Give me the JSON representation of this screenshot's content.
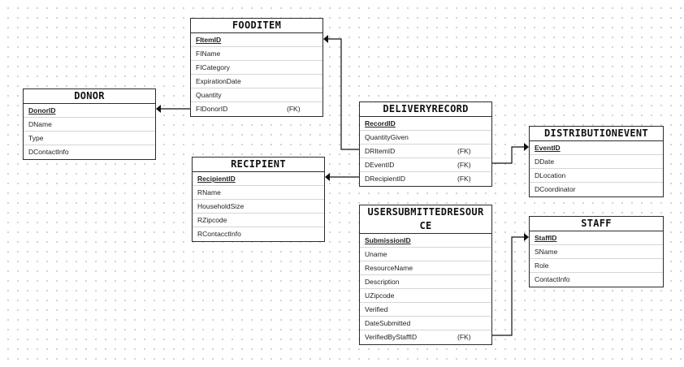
{
  "entities": {
    "fooditem": {
      "title": "FOODITEM",
      "attributes": [
        {
          "name": "FItemID",
          "pk": true,
          "fk": ""
        },
        {
          "name": "FIName",
          "pk": false,
          "fk": ""
        },
        {
          "name": "FICategory",
          "pk": false,
          "fk": ""
        },
        {
          "name": "ExpirationDate",
          "pk": false,
          "fk": ""
        },
        {
          "name": "Quantity",
          "pk": false,
          "fk": ""
        },
        {
          "name": "FIDonorID",
          "pk": false,
          "fk": "(FK)"
        }
      ]
    },
    "donor": {
      "title": "DONOR",
      "attributes": [
        {
          "name": "DonorID",
          "pk": true,
          "fk": ""
        },
        {
          "name": "DName",
          "pk": false,
          "fk": ""
        },
        {
          "name": "Type",
          "pk": false,
          "fk": ""
        },
        {
          "name": "DContactInfo",
          "pk": false,
          "fk": ""
        }
      ]
    },
    "deliveryrecord": {
      "title": "DELIVERYRECORD",
      "attributes": [
        {
          "name": "RecordID",
          "pk": true,
          "fk": ""
        },
        {
          "name": "QuantityGiven",
          "pk": false,
          "fk": ""
        },
        {
          "name": "DRItemID",
          "pk": false,
          "fk": "(FK)"
        },
        {
          "name": "DEventID",
          "pk": false,
          "fk": "(FK)"
        },
        {
          "name": "DRecipientID",
          "pk": false,
          "fk": "(FK)"
        }
      ]
    },
    "distributionevent": {
      "title": "DISTRIBUTIONEVENT",
      "attributes": [
        {
          "name": "EventID",
          "pk": true,
          "fk": ""
        },
        {
          "name": "DDate",
          "pk": false,
          "fk": ""
        },
        {
          "name": "DLocation",
          "pk": false,
          "fk": ""
        },
        {
          "name": "DCoordinator",
          "pk": false,
          "fk": ""
        }
      ]
    },
    "recipient": {
      "title": "RECIPIENT",
      "attributes": [
        {
          "name": "RecipientID",
          "pk": true,
          "fk": ""
        },
        {
          "name": "RName",
          "pk": false,
          "fk": ""
        },
        {
          "name": "HouseholdSize",
          "pk": false,
          "fk": ""
        },
        {
          "name": "RZipcode",
          "pk": false,
          "fk": ""
        },
        {
          "name": "RContacctInfo",
          "pk": false,
          "fk": ""
        }
      ]
    },
    "usersubmittedresource": {
      "title": "USERSUBMITTEDRESOUR\nCE",
      "attributes": [
        {
          "name": "SubmissionID",
          "pk": true,
          "fk": ""
        },
        {
          "name": "Uname",
          "pk": false,
          "fk": ""
        },
        {
          "name": "ResourceName",
          "pk": false,
          "fk": ""
        },
        {
          "name": "Description",
          "pk": false,
          "fk": ""
        },
        {
          "name": "UZipcode",
          "pk": false,
          "fk": ""
        },
        {
          "name": "Verified",
          "pk": false,
          "fk": ""
        },
        {
          "name": "DateSubmitted",
          "pk": false,
          "fk": ""
        },
        {
          "name": "VerifiedByStaffID",
          "pk": false,
          "fk": "(FK)"
        }
      ]
    },
    "staff": {
      "title": "STAFF",
      "attributes": [
        {
          "name": "StaffID",
          "pk": true,
          "fk": ""
        },
        {
          "name": "SName",
          "pk": false,
          "fk": ""
        },
        {
          "name": "Role",
          "pk": false,
          "fk": ""
        },
        {
          "name": "ContactInfo",
          "pk": false,
          "fk": ""
        }
      ]
    }
  },
  "colors": {
    "border": "#2b2b2b",
    "connector": "#111111",
    "grid_dot": "#c9ccd3"
  }
}
